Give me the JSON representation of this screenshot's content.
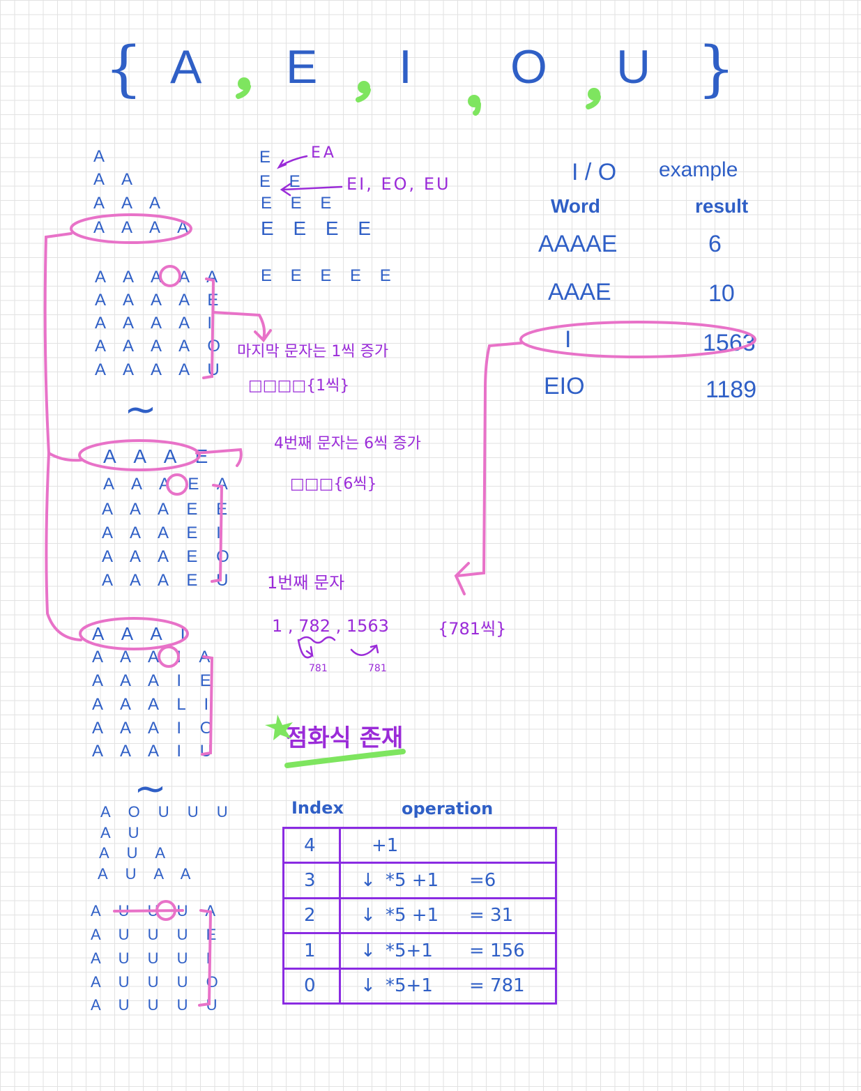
{
  "title": {
    "open_brace": "{",
    "close_brace": "}",
    "letters": [
      "A",
      "E",
      "I",
      "O",
      "U"
    ],
    "separator": ","
  },
  "left_column": {
    "growth": [
      "A",
      "A A",
      "A A A",
      "A A A A"
    ],
    "group1": [
      "A A A A A",
      "A A A A E",
      "A A A A I",
      "A A A A O",
      "A A A A U"
    ],
    "tilde": "~",
    "mark2": "A A A E",
    "group2": [
      "A A A E A",
      "A A A E E",
      "A A A E I",
      "A A A E O",
      "A A A E U"
    ],
    "mark3": "A A A I",
    "group3": [
      "A A A I A",
      "A A A I E",
      "A A A L I",
      "A A A I O",
      "A A A I U"
    ],
    "tilde2": "~",
    "growth2": [
      "A O U U U",
      "A U",
      "A U A",
      "A U A A"
    ],
    "group4": [
      "A U U U A",
      "A U U U E",
      "A U U U I",
      "A U U U O",
      "A U U U U"
    ]
  },
  "middle_column": {
    "e_rows": [
      "E",
      "E E",
      "E E E",
      "E E E E",
      "E E E E E"
    ],
    "ea_label": "EA",
    "ei_label": "EI, EO, EU",
    "note1": "마지막 문자는 1씩 증가",
    "note1_sub": "□□□□{1씩}",
    "note2": "4번째 문자는 6씩 증가",
    "note2_sub": "□□□{6씩}",
    "note3": "1번째 문자",
    "seq": "1 , 782 , 1563",
    "seq_brace": "{781씩}",
    "diff1": "781",
    "diff2": "781",
    "formula": "점화식 존재"
  },
  "io_example": {
    "title_io": "I / O",
    "title_example": "example",
    "col_word": "Word",
    "col_result": "result",
    "rows": [
      {
        "word": "AAAAE",
        "result": "6"
      },
      {
        "word": "AAAE",
        "result": "10"
      },
      {
        "word": "I",
        "result": "1563"
      },
      {
        "word": "EIO",
        "result": "1189"
      }
    ]
  },
  "ops_table": {
    "col_index": "Index",
    "col_operation": "operation",
    "first": {
      "index": "4",
      "op": "+1"
    },
    "rows": [
      {
        "index": "3",
        "arrow": "↓",
        "op": "*5 +1",
        "result": "=6"
      },
      {
        "index": "2",
        "arrow": "↓",
        "op": "*5 +1",
        "result": "= 31"
      },
      {
        "index": "1",
        "arrow": "↓",
        "op": "*5+1",
        "result": "= 156"
      },
      {
        "index": "0",
        "arrow": "↓",
        "op": "*5+1",
        "result": "= 781"
      }
    ]
  },
  "colors": {
    "ink_blue": "#2f5fc6",
    "ink_purple": "#9a2bd8",
    "highlight_pink": "#e872c8",
    "highlight_green": "#7ee55f",
    "table_purple": "#8a2be2"
  }
}
